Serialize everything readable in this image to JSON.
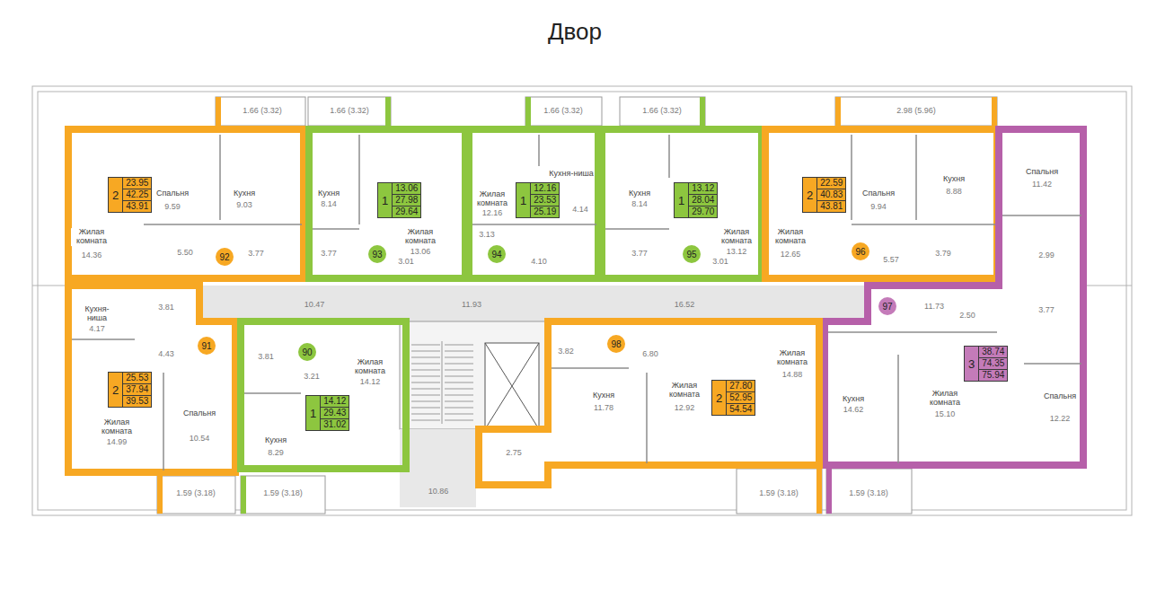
{
  "diagram": {
    "title": "Двор",
    "nodes": [
      {
        "text": [
          "2",
          "23.95",
          "42.25",
          "43.91"
        ]
      },
      {
        "text": [
          "92"
        ]
      },
      {
        "text": [
          "1",
          "13.06",
          "27.98",
          "29.64"
        ]
      },
      {
        "text": [
          "93"
        ]
      },
      {
        "text": [
          "1",
          "12.16",
          "23.53",
          "25.19"
        ]
      },
      {
        "text": [
          "94"
        ]
      },
      {
        "text": [
          "1",
          "13.12",
          "28.04",
          "29.70"
        ]
      },
      {
        "text": [
          "95"
        ]
      },
      {
        "text": [
          "2",
          "22.59",
          "40.83",
          "43.81"
        ]
      },
      {
        "text": [
          "96"
        ]
      },
      {
        "text": [
          "97"
        ]
      },
      {
        "text": [
          "3",
          "38.74",
          "74.35",
          "75.94"
        ]
      },
      {
        "text": [
          "91"
        ]
      },
      {
        "text": [
          "2",
          "25.53",
          "37.94",
          "39.53"
        ]
      },
      {
        "text": [
          "90"
        ]
      },
      {
        "text": [
          "1",
          "14.12",
          "29.43",
          "31.02"
        ]
      },
      {
        "text": [
          "98"
        ]
      },
      {
        "text": [
          "2",
          "27.80",
          "52.95",
          "54.54"
        ]
      }
    ],
    "labels": [
      "1.66 (3.32)",
      "1.66 (3.32)",
      "1.66 (3.32)",
      "1.66 (3.32)",
      "2.98 (5.96)",
      "Спальня",
      "9.59",
      "Кухня",
      "9.03",
      "Жилая комната",
      "14.36",
      "5.50",
      "3.77",
      "Кухня",
      "8.14",
      "Жилая комната",
      "13.06",
      "3.77",
      "3.01",
      "Жилая комната",
      "12.16",
      "Кухня-ниша",
      "4.14",
      "3.13",
      "4.10",
      "Кухня",
      "8.14",
      "Жилая комната",
      "13.12",
      "3.77",
      "3.01",
      "Спальня",
      "9.94",
      "Кухня",
      "8.88",
      "Жилая комната",
      "12.65",
      "5.57",
      "3.79",
      "Спальня",
      "11.42",
      "2.99",
      "11.73",
      "2.50",
      "3.77",
      "10.47",
      "11.93",
      "16.52",
      "Кухня-ниша",
      "4.17",
      "3.81",
      "4.43",
      "Жилая комната",
      "14.99",
      "Спальня",
      "10.54",
      "3.81",
      "3.21",
      "Жилая комната",
      "14.12",
      "Кухня",
      "8.29",
      "10.86",
      "2.75",
      "3.82",
      "6.80",
      "Кухня",
      "11.78",
      "Жилая комната",
      "12.92",
      "Жилая комната",
      "14.88",
      "Кухня",
      "14.62",
      "Жилая комната",
      "15.10",
      "Спальня",
      "12.22",
      "1.59 (3.18)",
      "1.59 (3.18)",
      "1.59 (3.18)",
      "1.59 (3.18)"
    ]
  }
}
